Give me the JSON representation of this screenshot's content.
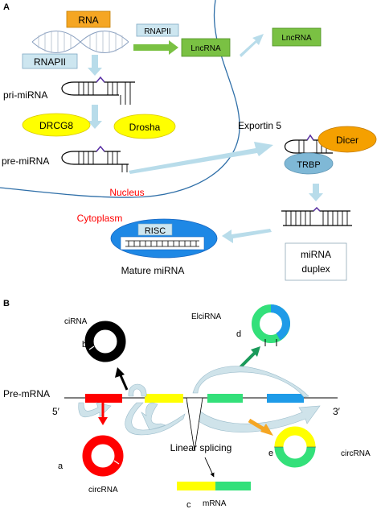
{
  "panel_a": {
    "panel_label": "A",
    "rna_box": "RNA",
    "rnapii_left": "RNAPII",
    "rnapii_right": "RNAPII",
    "lncrna_1": "LncRNA",
    "lncrna_2": "LncRNA",
    "pri_mirna": "pri-miRNA",
    "drcg8": "DRCG8",
    "drosha": "Drosha",
    "pre_mirna": "pre-miRNA",
    "exportin": "Exportin 5",
    "dicer": "Dicer",
    "trbp": "TRBP",
    "nucleus": "Nucleus",
    "cytoplasm": "Cytoplasm",
    "risc": "RISC",
    "mature_mirna": "Mature miRNA",
    "duplex_line1": "miRNA",
    "duplex_line2": "duplex",
    "colors": {
      "rna_box": "#f5a623",
      "rnapii_box": "#cde6f0",
      "lncrna_box": "#7ac143",
      "drcg8": "#ffff00",
      "dicer": "#f5a000",
      "trbp": "#7fb8d6",
      "risc_ellipse": "#1e88e5",
      "red_label": "#ff0000",
      "arrow_light": "#b8dcea"
    }
  },
  "panel_b": {
    "panel_label": "B",
    "pre_mrna": "Pre-mRNA",
    "five_prime": "5′",
    "three_prime": "3′",
    "cirna_label": "ciRNA",
    "letter_b": "b",
    "elcirna_label": "ElciRNA",
    "letter_d": "d",
    "letter_a": "a",
    "circrna_a": "circRNA",
    "letter_e": "e",
    "circrna_e": "circRNA",
    "linear_splicing": "Linear splicing",
    "letter_c": "c",
    "mrna": "mRNA",
    "colors": {
      "exon_red": "#ff0000",
      "exon_yellow": "#ffff00",
      "exon_green": "#33e07a",
      "exon_blue": "#1e9be8",
      "cirna_ring": "#000000",
      "orange_arrow": "#f5a623",
      "green_arrow": "#1a9a5a"
    }
  }
}
